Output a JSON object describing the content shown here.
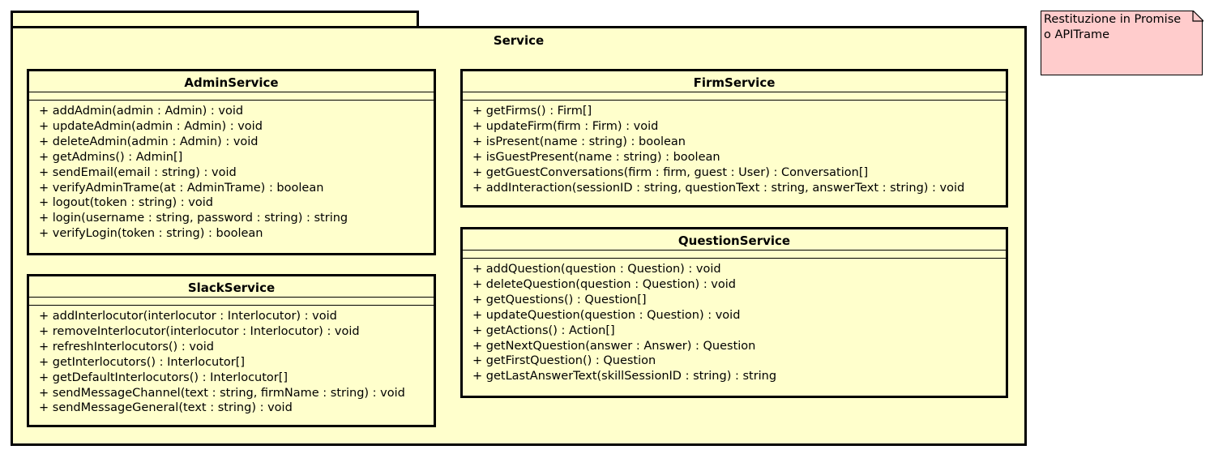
{
  "package": {
    "name": "Service"
  },
  "classes": {
    "admin": {
      "name": "AdminService",
      "operations": [
        "+ addAdmin(admin : Admin) : void",
        "+ updateAdmin(admin : Admin) : void",
        "+ deleteAdmin(admin : Admin) : void",
        "+ getAdmins() : Admin[]",
        "+ sendEmail(email : string) : void",
        "+ verifyAdminTrame(at : AdminTrame) : boolean",
        "+ logout(token : string) : void",
        "+ login(username : string, password : string) : string",
        "+ verifyLogin(token : string) : boolean"
      ]
    },
    "slack": {
      "name": "SlackService",
      "operations": [
        "+ addInterlocutor(interlocutor : Interlocutor) : void",
        "+ removeInterlocutor(interlocutor : Interlocutor) : void",
        "+ refreshInterlocutors() : void",
        "+ getInterlocutors() : Interlocutor[]",
        "+ getDefaultInterlocutors() : Interlocutor[]",
        "+ sendMessageChannel(text : string, firmName : string) : void",
        "+ sendMessageGeneral(text : string) : void"
      ]
    },
    "firm": {
      "name": "FirmService",
      "operations": [
        "+ getFirms() : Firm[]",
        "+ updateFirm(firm : Firm) : void",
        "+ isPresent(name : string) : boolean",
        "+ isGuestPresent(name : string) : boolean",
        "+ getGuestConversations(firm : firm, guest : User) : Conversation[]",
        "+ addInteraction(sessionID : string, questionText : string, answerText : string) : void"
      ]
    },
    "question": {
      "name": "QuestionService",
      "operations": [
        "+ addQuestion(question : Question) : void",
        "+ deleteQuestion(question : Question) : void",
        "+ getQuestions() : Question[]",
        "+ updateQuestion(question : Question) : void",
        "+ getActions() : Action[]",
        "+ getNextQuestion(answer : Answer) : Question",
        "+ getFirstQuestion() : Question",
        "+ getLastAnswerText(skillSessionID : string) : string"
      ]
    }
  },
  "note": {
    "lines": [
      "Restituzione in Promise",
      "o APITrame"
    ]
  }
}
